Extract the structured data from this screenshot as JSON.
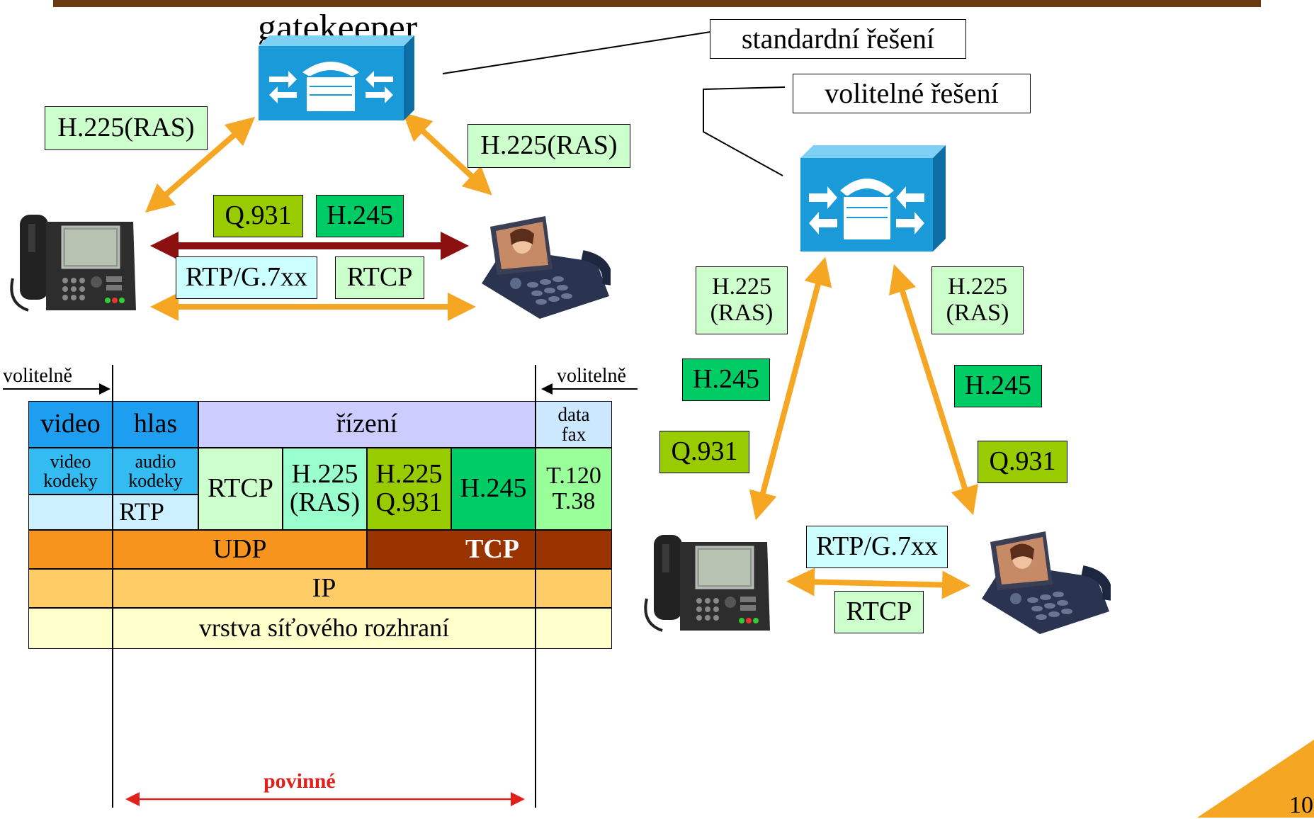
{
  "colors": {
    "top_bar": "#6b3a10",
    "arrow_orange": "#f5a623",
    "arrow_darkred": "#8b1010",
    "label_green_light": "#ccffcc",
    "label_olive": "#99cc00",
    "label_green": "#00cc66",
    "label_cyan_light": "#ccffff",
    "device_blue": "#1a9ad8",
    "page_corner": "#f5a623"
  },
  "icons": {
    "gatekeeper": "gatekeeper-router-icon",
    "ip_phone": "ip-phone-icon",
    "video_phone": "video-phone-icon"
  },
  "top": {
    "gatekeeper_label": "gatekeeper",
    "standard_label": "standardní řešení",
    "optional_label": "volitelné řešení",
    "h225_left": "H.225(RAS)",
    "h225_right": "H.225(RAS)",
    "q931": "Q.931",
    "h245": "H.245",
    "rtp": "RTP/G.7xx",
    "rtcp": "RTCP"
  },
  "right": {
    "h225_left_line1": "H.225",
    "h225_left_line2": "(RAS)",
    "h225_right_line1": "H.225",
    "h225_right_line2": "(RAS)",
    "h245_left": "H.245",
    "h245_right": "H.245",
    "q931_left": "Q.931",
    "q931_right": "Q.931",
    "rtp": "RTP/G.7xx",
    "rtcp": "RTCP"
  },
  "stack": {
    "optional_left": "volitelně",
    "optional_right": "volitelně",
    "mandatory": "povinné",
    "video": "video",
    "hlas": "hlas",
    "rizeni": "řízení",
    "data_line1": "data",
    "data_line2": "fax",
    "video_codecs_line1": "video",
    "video_codecs_line2": "kodeky",
    "audio_codecs_line1": "audio",
    "audio_codecs_line2": "kodeky",
    "rtp": "RTP",
    "rtcp": "RTCP",
    "h225_ras_line1": "H.225",
    "h225_ras_line2": "(RAS)",
    "h225_q931_line1": "H.225",
    "h225_q931_line2": "Q.931",
    "h245": "H.245",
    "t120": "T.120",
    "t38": "T.38",
    "udp": "UDP",
    "tcp": "TCP",
    "ip": "IP",
    "netif": "vrstva síťového rozhraní"
  },
  "page_number": "10"
}
